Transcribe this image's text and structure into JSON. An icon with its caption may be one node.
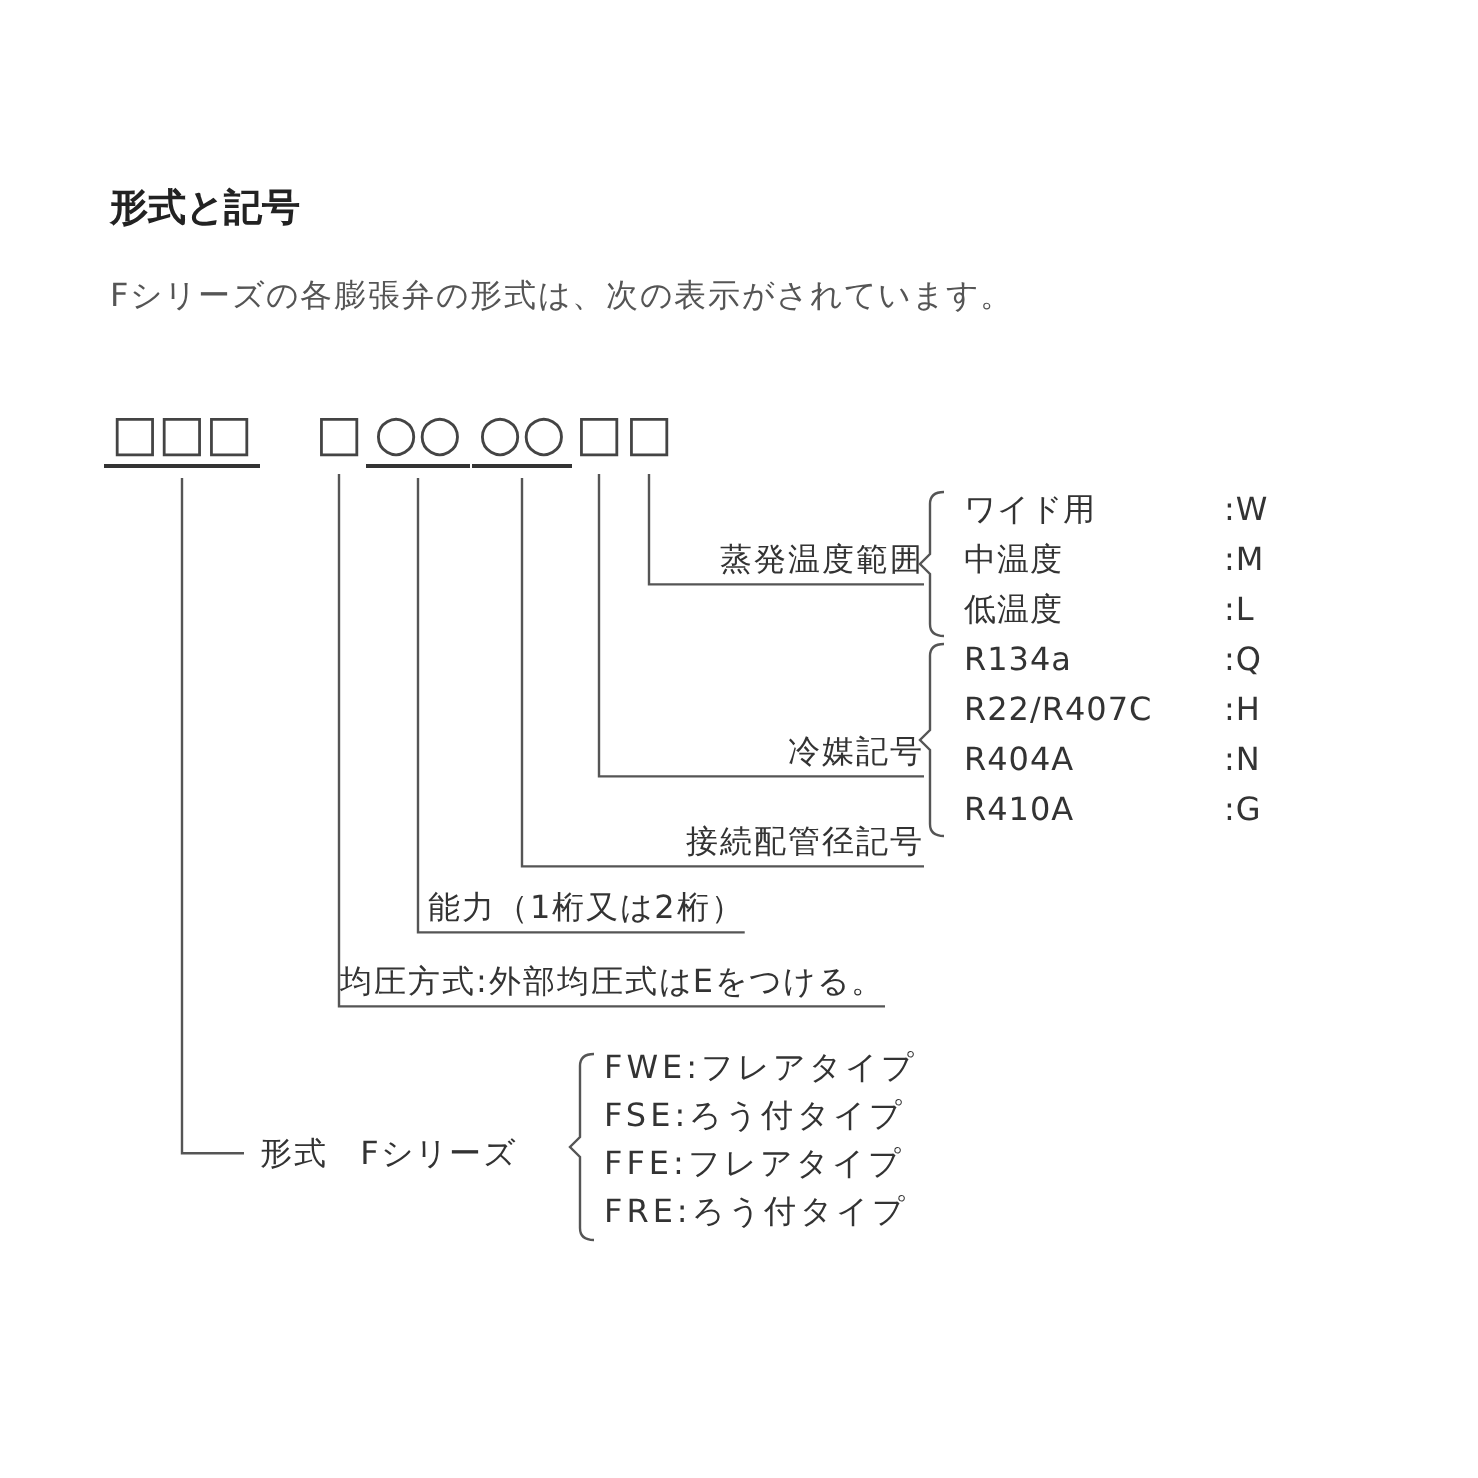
{
  "diagram": {
    "title": "形式と記号",
    "nodes": [
      {
        "text": [
          "□□□"
        ]
      },
      {
        "text": [
          "□"
        ]
      },
      {
        "text": [
          "○○"
        ]
      },
      {
        "text": [
          "○○"
        ]
      },
      {
        "text": [
          "□"
        ]
      },
      {
        "text": [
          "□"
        ]
      },
      {
        "text": [
          "蒸発温度範囲"
        ],
        "beside": [
          "ワイド用",
          ":W",
          "中温度",
          ":M",
          "低温度",
          ":L"
        ]
      },
      {
        "text": [
          "冷媒記号"
        ],
        "beside": [
          "R134a",
          ":Q",
          "R22/R407C",
          ":H",
          "R404A",
          ":N",
          "R410A",
          ":G"
        ]
      },
      {
        "text": [
          "接続配管径記号"
        ]
      },
      {
        "text": [
          "能力（1桁又は2桁）"
        ]
      },
      {
        "text": [
          "均圧方式:外部均圧式はEをつける。"
        ]
      },
      {
        "text": [
          "形式 Fシリーズ"
        ],
        "beside": [
          "FWE:フレアタイプ",
          "FSE:ろう付タイプ",
          "FFE:フレアタイプ",
          "FRE:ろう付タイプ"
        ]
      }
    ],
    "edges": [
      {
        "from": 5,
        "to": 6,
        "arrow": "none"
      },
      {
        "from": 4,
        "to": 7,
        "arrow": "none"
      },
      {
        "from": 3,
        "to": 8,
        "arrow": "none"
      },
      {
        "from": 2,
        "to": 9,
        "arrow": "none"
      },
      {
        "from": 1,
        "to": 10,
        "arrow": "none"
      },
      {
        "from": 0,
        "to": 11,
        "arrow": "none"
      }
    ],
    "labels": [
      "Fシリーズの各膨張弁の形式は、次の表示がされています。"
    ]
  }
}
